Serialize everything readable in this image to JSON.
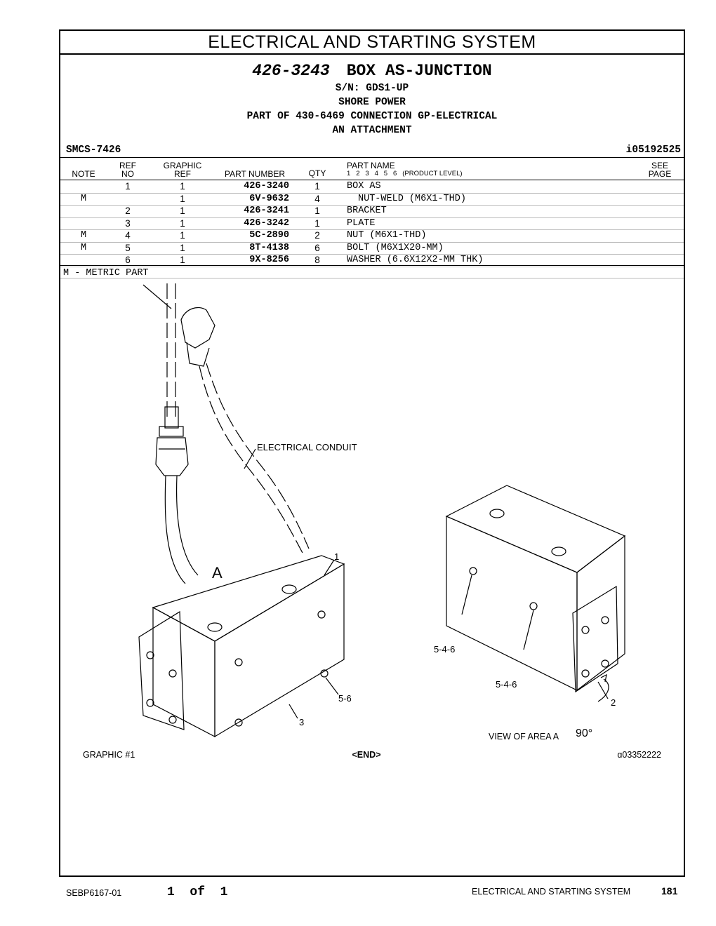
{
  "page": {
    "title": "ELECTRICAL AND STARTING SYSTEM",
    "part_number": "426-3243",
    "part_name": "BOX AS-JUNCTION",
    "serial": "S/N: GDS1-UP",
    "subtitle": "SHORE POWER",
    "part_of": "PART OF 430-6469 CONNECTION GP-ELECTRICAL",
    "attachment": "AN ATTACHMENT",
    "smcs": "SMCS-7426",
    "illustration_id": "i05192525"
  },
  "columns": {
    "note": "NOTE",
    "ref_top": "REF",
    "ref_bottom": "NO",
    "graphic_top": "GRAPHIC",
    "graphic_bottom": "REF",
    "part_number": "PART NUMBER",
    "qty": "QTY",
    "part_name": "PART NAME",
    "levels": "1   2   3   4   5   6   (PRODUCT LEVEL)",
    "see_top": "SEE",
    "see_bottom": "PAGE"
  },
  "rows": [
    {
      "note": "",
      "ref": "1",
      "graphic": "1",
      "part": "426-3240",
      "qty": "1",
      "name": "BOX AS"
    },
    {
      "note": "M",
      "ref": "",
      "graphic": "1",
      "part": "6V-9632",
      "qty": "4",
      "name": "NUT-WELD (M6X1-THD)"
    },
    {
      "note": "",
      "ref": "2",
      "graphic": "1",
      "part": "426-3241",
      "qty": "1",
      "name": "BRACKET"
    },
    {
      "note": "",
      "ref": "3",
      "graphic": "1",
      "part": "426-3242",
      "qty": "1",
      "name": "PLATE"
    },
    {
      "note": "M",
      "ref": "4",
      "graphic": "1",
      "part": "5C-2890",
      "qty": "2",
      "name": "NUT (M6X1-THD)"
    },
    {
      "note": "M",
      "ref": "5",
      "graphic": "1",
      "part": "8T-4138",
      "qty": "6",
      "name": "BOLT (M6X1X20-MM)"
    },
    {
      "note": "",
      "ref": "6",
      "graphic": "1",
      "part": "9X-8256",
      "qty": "8",
      "name": "WASHER (6.6X12X2-MM THK)"
    }
  ],
  "metric_note": "M - METRIC PART",
  "drawing": {
    "conduit_label": "ELECTRICAL CONDUIT",
    "area_label": "A",
    "callout_1": "1",
    "callout_2": "2",
    "callout_3": "3",
    "callout_56": "5-6",
    "callout_546a": "5-4-6",
    "callout_546b": "5-4-6",
    "view_label": "VIEW OF AREA A",
    "rotation": "90°",
    "graphic_label": "GRAPHIC #1",
    "end_label": "<END>",
    "graphic_id": "g03352222"
  },
  "footer": {
    "doc_id": "SEBP6167-01",
    "page_of": "1  of  1",
    "section": "ELECTRICAL AND STARTING SYSTEM",
    "page_number": "181"
  }
}
